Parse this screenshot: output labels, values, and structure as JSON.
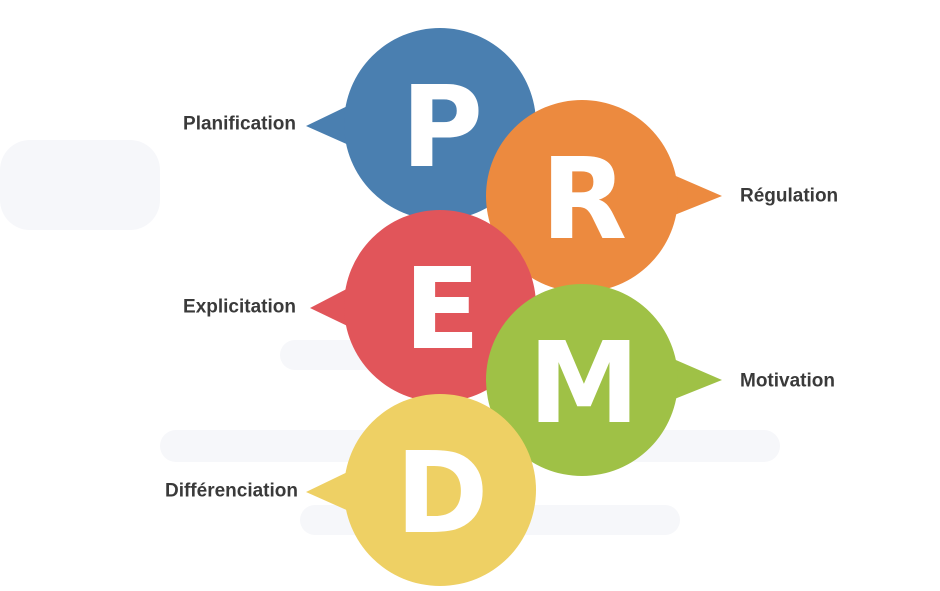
{
  "diagram": {
    "bubbles": [
      {
        "id": "p",
        "letter": "P",
        "label": "Planification",
        "color": "#4a7fb0",
        "side": "left"
      },
      {
        "id": "r",
        "letter": "R",
        "label": "Régulation",
        "color": "#ec8a3f",
        "side": "right"
      },
      {
        "id": "e",
        "letter": "E",
        "label": "Explicitation",
        "color": "#e1555a",
        "side": "left"
      },
      {
        "id": "m",
        "letter": "M",
        "label": "Motivation",
        "color": "#9fc146",
        "side": "right"
      },
      {
        "id": "d",
        "letter": "D",
        "label": "Différenciation",
        "color": "#eed064",
        "side": "left"
      }
    ]
  }
}
